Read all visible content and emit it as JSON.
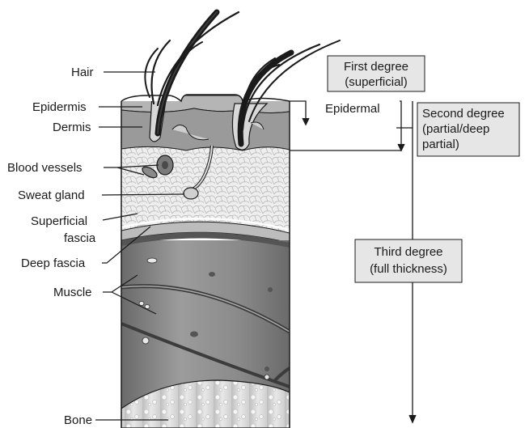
{
  "labels": {
    "hair": "Hair",
    "epidermis": "Epidermis",
    "dermis": "Dermis",
    "blood_vessels": "Blood vessels",
    "sweat_gland": "Sweat gland",
    "superficial_fascia_1": "Superficial",
    "superficial_fascia_2": "fascia",
    "deep_fascia": "Deep fascia",
    "muscle": "Muscle",
    "bone": "Bone"
  },
  "degrees": {
    "first": {
      "line1": "First degree",
      "line2": "(superficial)"
    },
    "epidermal": "Epidermal",
    "second": {
      "line1": "Second degree",
      "line2": "(partial/deep",
      "line3": "partial)"
    },
    "third": {
      "line1": "Third degree",
      "line2": "(full thickness)"
    }
  },
  "colors": {
    "epidermis": "#b3b3b3",
    "dermis": "#9a9a9a",
    "subcutaneous": "#e9e9e9",
    "fascia": "#bdbdbd",
    "muscle_dark": "#6e6e6e",
    "muscle_light": "#a6a6a6",
    "bone": "#dcdcdc",
    "label_box": "#e6e6e6",
    "outline": "#1a1a1a"
  }
}
